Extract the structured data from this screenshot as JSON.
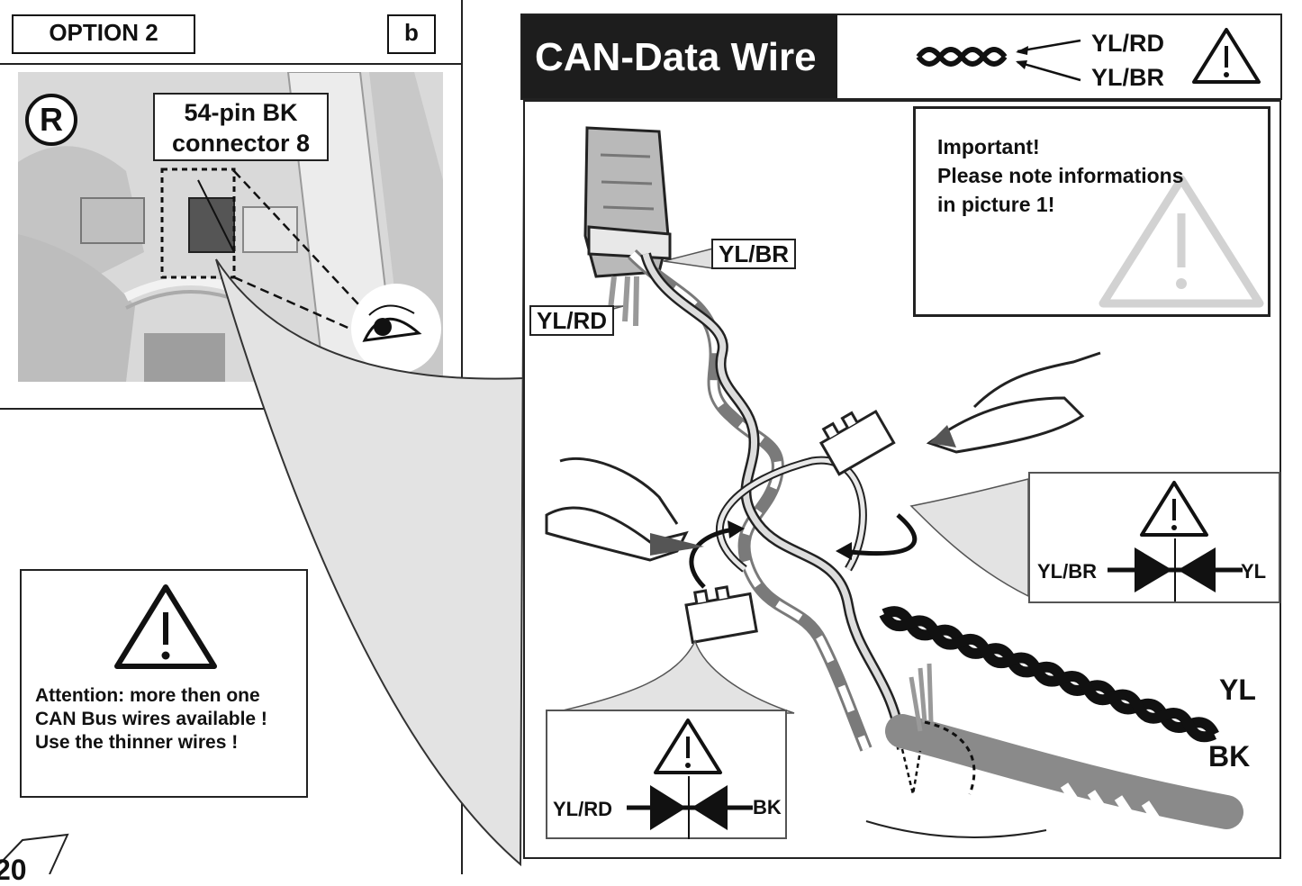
{
  "header": {
    "option_label": "OPTION 2",
    "panel_letter": "b"
  },
  "photo": {
    "position_badge": "R",
    "connector_label_line1": "54-pin BK",
    "connector_label_line2": "connector 8"
  },
  "attention_box": {
    "line1": "Attention: more then one",
    "line2": "CAN Bus wires available !",
    "line3": "Use the thinner wires !"
  },
  "page_fragment": "20",
  "can_header": {
    "title": "CAN-Data Wire",
    "wire1": "YL/RD",
    "wire2": "YL/BR"
  },
  "important_box": {
    "line1": "Important!",
    "line2": "Please note informations",
    "line3": "in picture 1!"
  },
  "connector_tags": {
    "top": "YL/BR",
    "bottom": "YL/RD"
  },
  "splice_right": {
    "left_label": "YL/BR",
    "right_label": "YL"
  },
  "splice_left": {
    "left_label": "YL/RD",
    "right_label": "BK"
  },
  "harness_labels": {
    "top": "YL",
    "bottom": "BK"
  }
}
